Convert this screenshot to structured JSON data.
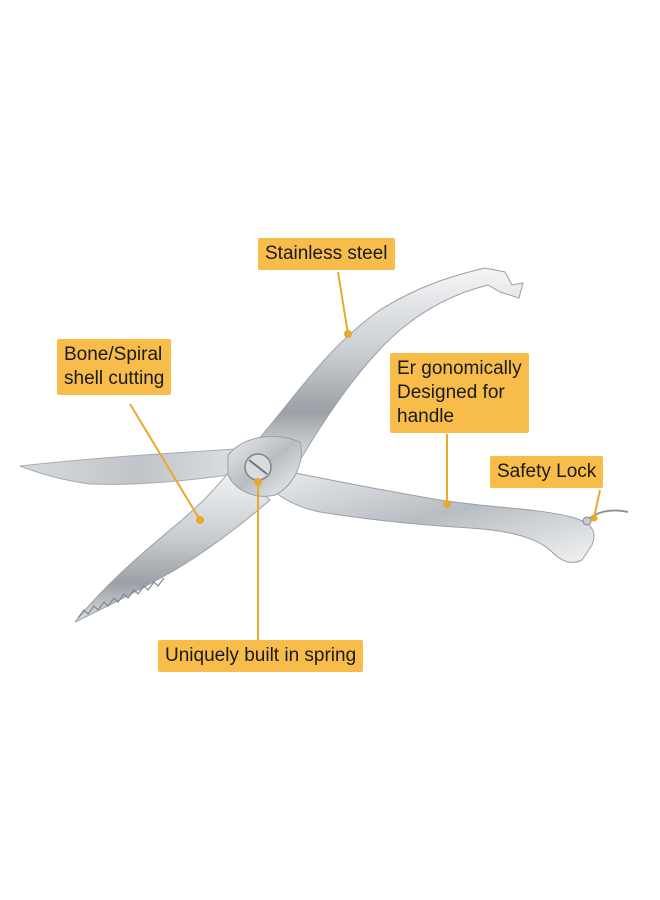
{
  "image": {
    "description_labels": {
      "stainless_steel": "Stainless steel",
      "bone_spiral": "Bone/Spiral\nshell cutting",
      "ergonomic": "Er gonomically\nDesigned for\nhandle",
      "safety_lock": "Safety Lock",
      "spring": "Uniquely built in spring"
    },
    "colors": {
      "label_bg": "#f7bc4a",
      "leader_line": "#e7a92f",
      "steel_light": "#eef0f2",
      "steel_mid": "#c3c7cb",
      "steel_dark": "#8a8f95"
    }
  }
}
